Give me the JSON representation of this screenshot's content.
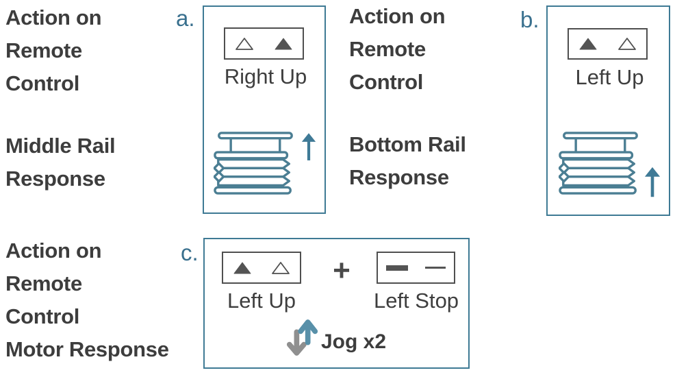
{
  "labels": {
    "top_left": {
      "action": [
        "Action on",
        "Remote",
        "Control"
      ],
      "response": [
        "Middle Rail",
        "Response"
      ]
    },
    "top_middle": {
      "action": [
        "Action on",
        "Remote",
        "Control"
      ],
      "response": [
        "Bottom Rail",
        "Response"
      ]
    },
    "bottom_left": {
      "action": [
        "Action on",
        "Remote",
        "Control"
      ],
      "response": [
        "Motor Response"
      ]
    }
  },
  "panels": {
    "a": {
      "label": "a.",
      "button_caption": "Right Up",
      "left_button_icon": "up-triangle-outline",
      "right_button_icon": "up-triangle-filled",
      "response_icon": "cellular-shade",
      "arrow_icon": "up-arrow",
      "arrow_position": "middle-rail"
    },
    "b": {
      "label": "b.",
      "button_caption": "Left Up",
      "left_button_icon": "up-triangle-filled",
      "right_button_icon": "up-triangle-outline",
      "response_icon": "cellular-shade",
      "arrow_icon": "up-arrow",
      "arrow_position": "bottom-rail"
    },
    "c": {
      "label": "c.",
      "up_button_caption": "Left Up",
      "plus": "+",
      "stop_button_caption": "Left Stop",
      "stop_left_icon": "stop-dash-filled",
      "stop_right_icon": "stop-dash-outline",
      "jog_icon": "up-down-jog-arrows",
      "jog_caption": "Jog x2"
    }
  },
  "colors": {
    "heading_text": "#3d3d3d",
    "caption_text": "#3e3e3e",
    "panel_border_teal": "#3e7a94",
    "panel_letter_teal": "#39708e",
    "shade_icon_teal": "#4b7e93",
    "arrow_teal": "#3f7a96",
    "jog_up_teal": "#5890a9",
    "jog_down_gray": "#8f8f8f",
    "button_border_gray": "#4f4f4f",
    "button_glyph_gray": "#545454"
  }
}
